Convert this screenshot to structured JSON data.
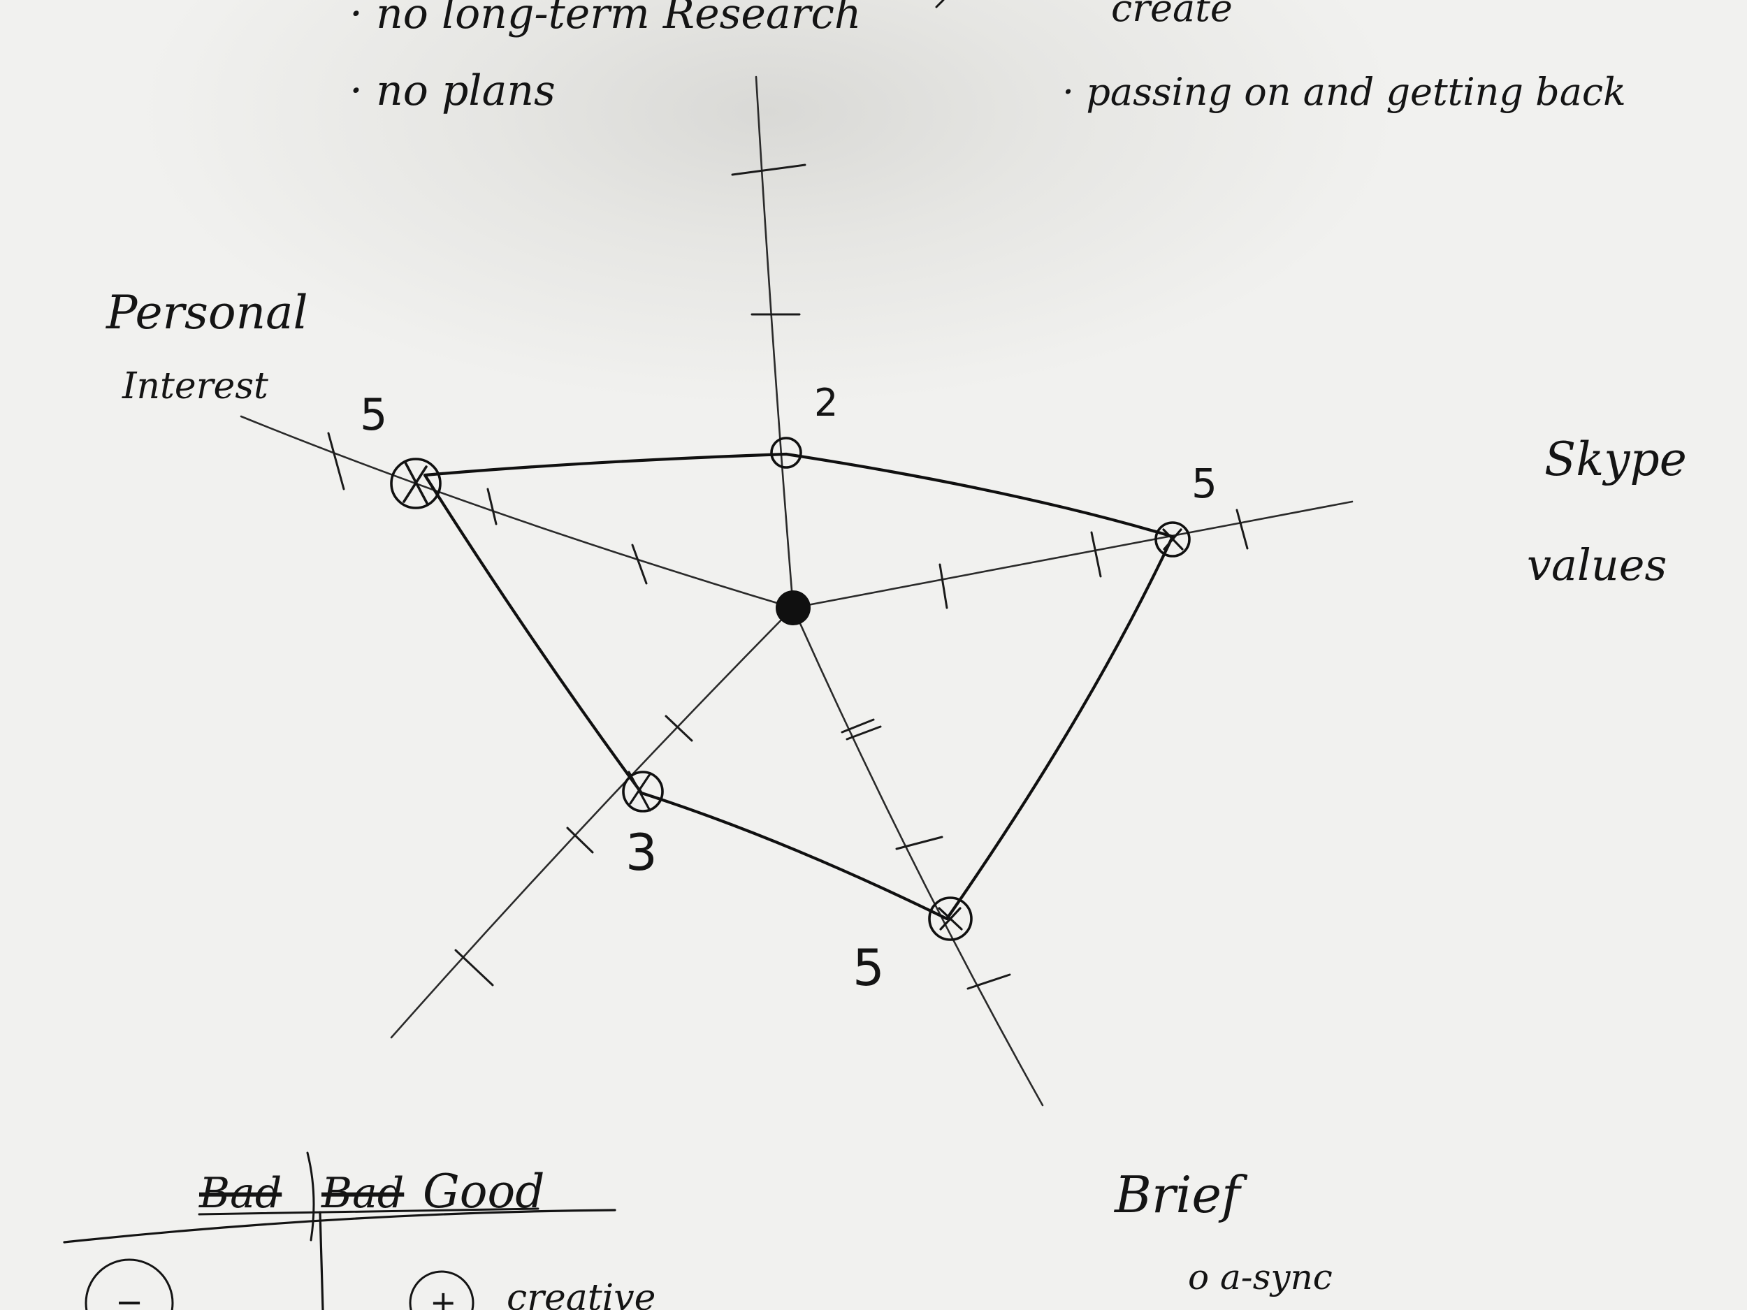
{
  "notes": {
    "top_left_line1": "· no long-term Research",
    "top_left_line2": "· no plans",
    "top_right_line1": "create",
    "top_right_line2": "· passing on and getting back"
  },
  "axes": [
    {
      "label": "Personal Interest",
      "value": "5"
    },
    {
      "label": "",
      "value": "2"
    },
    {
      "label": "Skype values",
      "value": "5"
    },
    {
      "label": "",
      "value": "5"
    },
    {
      "label": "",
      "value": "3"
    }
  ],
  "labels": {
    "personal_line1": "Personal",
    "personal_line2": "Interest",
    "skype_line1": "Skype",
    "skype_line2": "values",
    "brief": "Brief",
    "brief_item": "o a-sync"
  },
  "bottom_table": {
    "header_struck_1": "Bad",
    "header_struck_2": "Bad",
    "header": "Good",
    "left_symbol": "−",
    "right_symbol": "+",
    "right_item": "creative"
  }
}
